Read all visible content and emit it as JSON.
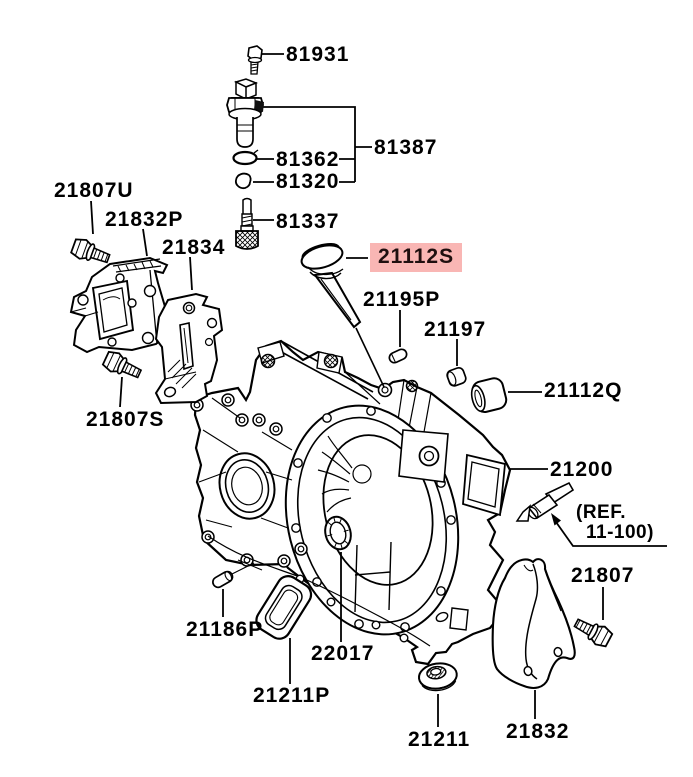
{
  "diagram_title": "transaxle-case-exploded-parts-diagram",
  "colors": {
    "background": "#ffffff",
    "line": "#000000",
    "highlight-bg": "#f9b6b4",
    "highlight-text": "#1f0f0f"
  },
  "highlighted_part": "21112S",
  "labels": [
    {
      "id": "81931",
      "text": "81931"
    },
    {
      "id": "81387",
      "text": "81387"
    },
    {
      "id": "81362",
      "text": "81362"
    },
    {
      "id": "81320",
      "text": "81320"
    },
    {
      "id": "81337",
      "text": "81337"
    },
    {
      "id": "21807U",
      "text": "21807U"
    },
    {
      "id": "21832P",
      "text": "21832P"
    },
    {
      "id": "21834",
      "text": "21834"
    },
    {
      "id": "21807S",
      "text": "21807S"
    },
    {
      "id": "21112S",
      "text": "21112S"
    },
    {
      "id": "21195P",
      "text": "21195P"
    },
    {
      "id": "21197",
      "text": "21197"
    },
    {
      "id": "21112Q",
      "text": "21112Q"
    },
    {
      "id": "21200",
      "text": "21200"
    },
    {
      "id": "21807",
      "text": "21807"
    },
    {
      "id": "21186P",
      "text": "21186P"
    },
    {
      "id": "21211P",
      "text": "21211P"
    },
    {
      "id": "22017",
      "text": "22017"
    },
    {
      "id": "21211",
      "text": "21211"
    },
    {
      "id": "21832",
      "text": "21832"
    }
  ],
  "reference": {
    "line1": "(REF.",
    "line2": "11-100)"
  }
}
